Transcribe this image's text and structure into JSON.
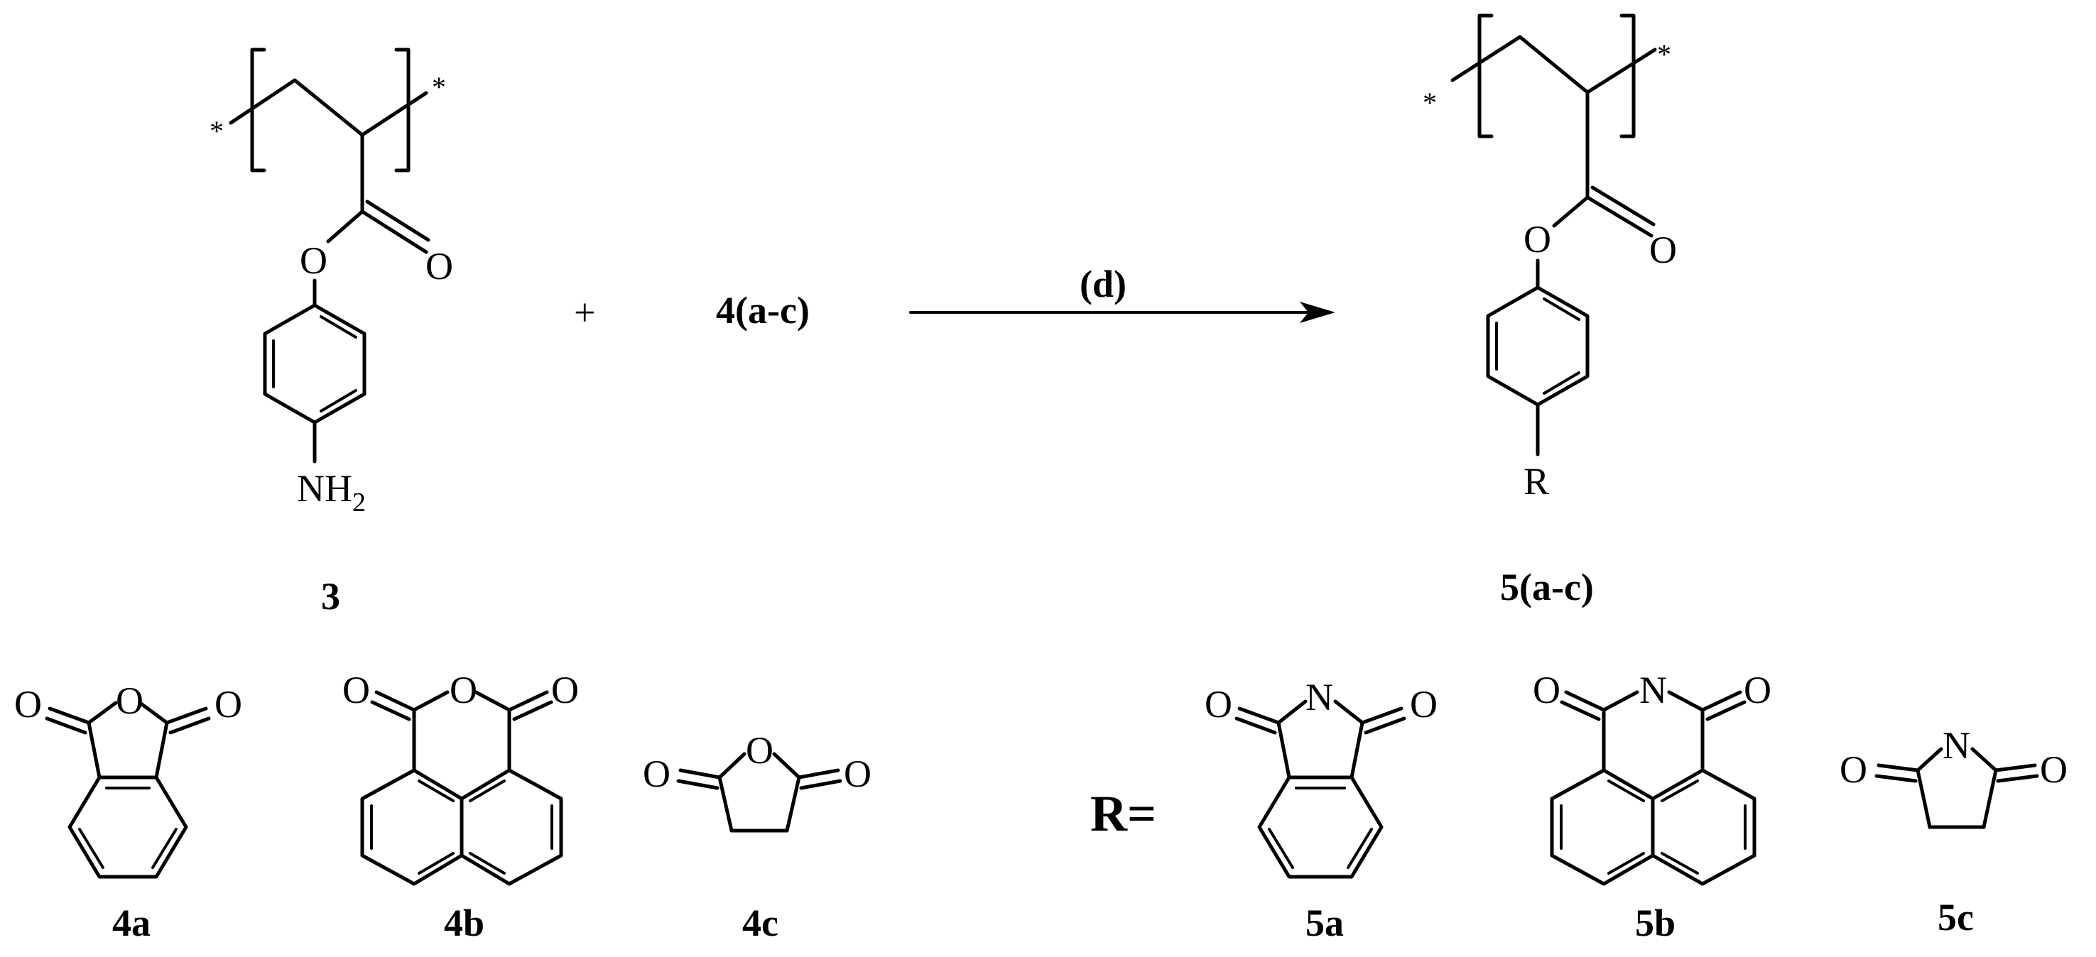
{
  "reactant": {
    "label": "3",
    "amine": "NH",
    "amine_sub": "2",
    "carbonyl_o": "O",
    "ester_o": "O",
    "star": "*"
  },
  "plus": "+",
  "reagent": "4(a-c)",
  "condition": "(d)",
  "product": {
    "label": "5(a-c)",
    "r_group": "R",
    "carbonyl_o": "O",
    "ester_o": "O",
    "star": "*"
  },
  "anhydrides": [
    {
      "label": "4a",
      "ring_o": "O",
      "carbonyl_o": "O"
    },
    {
      "label": "4b",
      "ring_o": "O",
      "carbonyl_o": "O"
    },
    {
      "label": "4c",
      "ring_o": "O",
      "carbonyl_o": "O"
    }
  ],
  "r_definition": "R=",
  "imides": [
    {
      "label": "5a",
      "ring_n": "N",
      "carbonyl_o": "O"
    },
    {
      "label": "5b",
      "ring_n": "N",
      "carbonyl_o": "O"
    },
    {
      "label": "5c",
      "ring_n": "N",
      "carbonyl_o": "O"
    }
  ]
}
